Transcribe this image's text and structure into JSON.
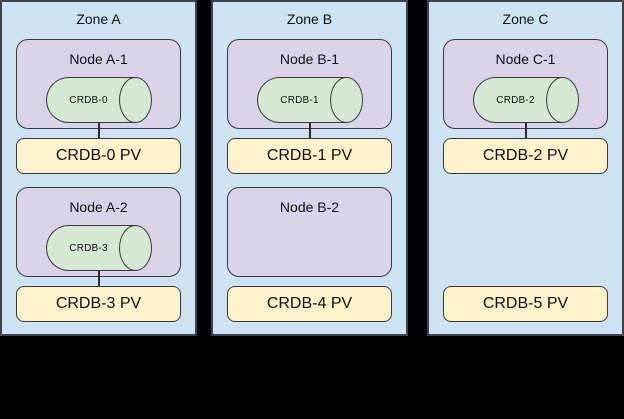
{
  "diagram": {
    "background_color": "#000000",
    "zone_fill": "#cfe2f3",
    "zone_border": "#39434e",
    "node_fill": "#d9d2e9",
    "cylinder_fill": "#d5e8d4",
    "pv_fill": "#fff2cc",
    "shape_border": "#3a3a3a"
  },
  "zones": [
    {
      "label": "Zone A",
      "node1": {
        "label": "Node A-1",
        "pod": "CRDB-0"
      },
      "pv1": "CRDB-0 PV",
      "node2": {
        "label": "Node A-2",
        "pod": "CRDB-3"
      },
      "pv2": "CRDB-3 PV"
    },
    {
      "label": "Zone B",
      "node1": {
        "label": "Node B-1",
        "pod": "CRDB-1"
      },
      "pv1": "CRDB-1 PV",
      "node2": {
        "label": "Node B-2"
      },
      "pv2": "CRDB-4 PV"
    },
    {
      "label": "Zone C",
      "node1": {
        "label": "Node C-1",
        "pod": "CRDB-2"
      },
      "pv1": "CRDB-2 PV",
      "pv2": "CRDB-5 PV"
    }
  ]
}
